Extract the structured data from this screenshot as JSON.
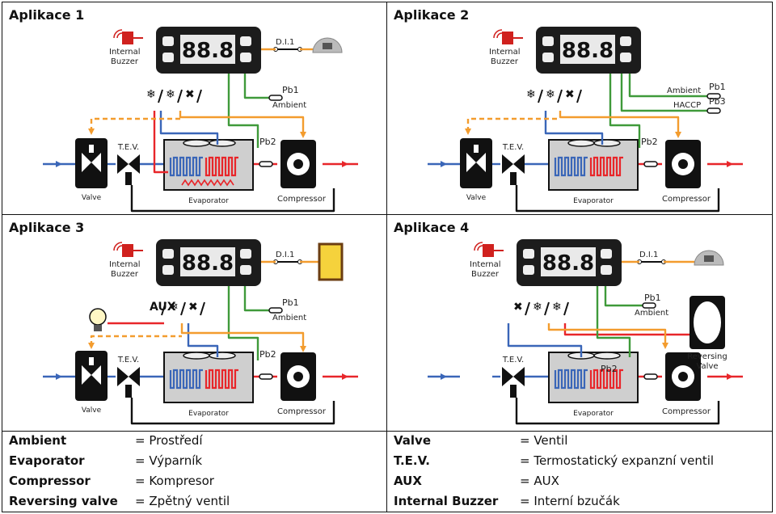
{
  "panels": [
    {
      "title": "Aplikace 1",
      "labels": {
        "buzzer": [
          "Internal",
          "Buzzer"
        ],
        "display": "88.8",
        "di": "D.I.1",
        "pb1": "Pb1",
        "ambient": "Ambient",
        "pb2": "Pb2",
        "tev": "T.E.V.",
        "valve": "Valve",
        "evaporator": "Evaporator",
        "compressor": "Compressor"
      }
    },
    {
      "title": "Aplikace 2",
      "labels": {
        "buzzer": [
          "Internal",
          "Buzzer"
        ],
        "display": "88.8",
        "ambient": "Ambient",
        "pb1": "Pb1",
        "haccp": "HACCP",
        "pb3": "Pb3",
        "pb2": "Pb2",
        "tev": "T.E.V.",
        "valve": "Valve",
        "evaporator": "Evaporator",
        "compressor": "Compressor"
      }
    },
    {
      "title": "Aplikace 3",
      "labels": {
        "buzzer": [
          "Internal",
          "Buzzer"
        ],
        "display": "88.8",
        "di": "D.I.1",
        "pb1": "Pb1",
        "ambient": "Ambient",
        "aux": "AUX",
        "pb2": "Pb2",
        "tev": "T.E.V.",
        "valve": "Valve",
        "evaporator": "Evaporator",
        "compressor": "Compressor"
      }
    },
    {
      "title": "Aplikace 4",
      "labels": {
        "buzzer": [
          "Internal",
          "Buzzer"
        ],
        "display": "88.8",
        "di": "D.I.1",
        "pb1": "Pb1",
        "ambient": "Ambient",
        "reversing": [
          "Reversing",
          "Valve"
        ],
        "pb2": "Pb2",
        "tev": "T.E.V.",
        "evaporator": "Evaporator",
        "compressor": "Compressor"
      }
    }
  ],
  "legend": {
    "left": [
      {
        "term": "Ambient",
        "def": "= Prostředí"
      },
      {
        "term": "Evaporator",
        "def": "= Výparník"
      },
      {
        "term": "Compressor",
        "def": "= Kompresor"
      },
      {
        "term": "Reversing valve",
        "def": "= Zpětný ventil"
      }
    ],
    "right": [
      {
        "term": "Valve",
        "def": "= Ventil"
      },
      {
        "term": "T.E.V.",
        "def": "= Termostatický expanzní ventil"
      },
      {
        "term": "AUX",
        "def": "= AUX"
      },
      {
        "term": "Internal Buzzer",
        "def": "= Interní bzučák"
      }
    ]
  },
  "colors": {
    "hot_line": "#e8262a",
    "cold_line": "#3a66b8",
    "probe_line": "#3f9a3a",
    "control_line": "#f39c2e",
    "controller": "#1c1c1c"
  }
}
